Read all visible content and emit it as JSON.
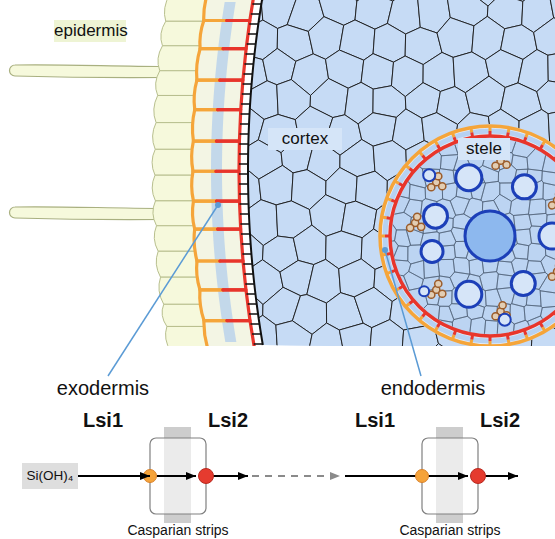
{
  "diagram": {
    "nodes": [
      {
        "text": [
          "Si(OH)₄"
        ]
      },
      {
        "text": [
          "Lsi1",
          "Lsi2",
          "Casparian strips"
        ]
      },
      {
        "text": [
          "Lsi1",
          "Lsi2",
          "Casparian strips"
        ]
      }
    ],
    "edges": [
      {
        "from": 0,
        "to": 1,
        "arrow": "to"
      },
      {
        "from": 1,
        "to": 2,
        "arrow": "to"
      }
    ],
    "labels": [
      "epidermis",
      "cortex",
      "stele",
      "exodermis",
      "endodermis"
    ]
  }
}
